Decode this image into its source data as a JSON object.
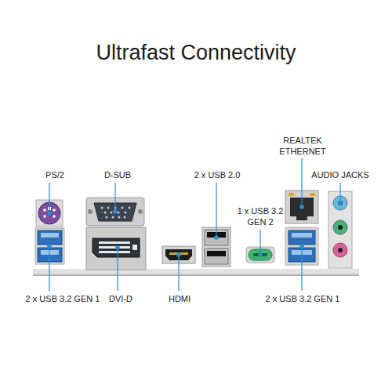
{
  "diagram": {
    "title": "Ultrafast Connectivity",
    "labels": [
      "REALTEK ETHERNET",
      "PS/2",
      "D-SUB",
      "2 x USB 2.0",
      "AUDIO JACKS",
      "1 x USB 3.2 GEN 2",
      "2 x USB 3.2 GEN 1",
      "DVI-D",
      "HDMI",
      "2 x USB 3.2 GEN 1"
    ]
  }
}
